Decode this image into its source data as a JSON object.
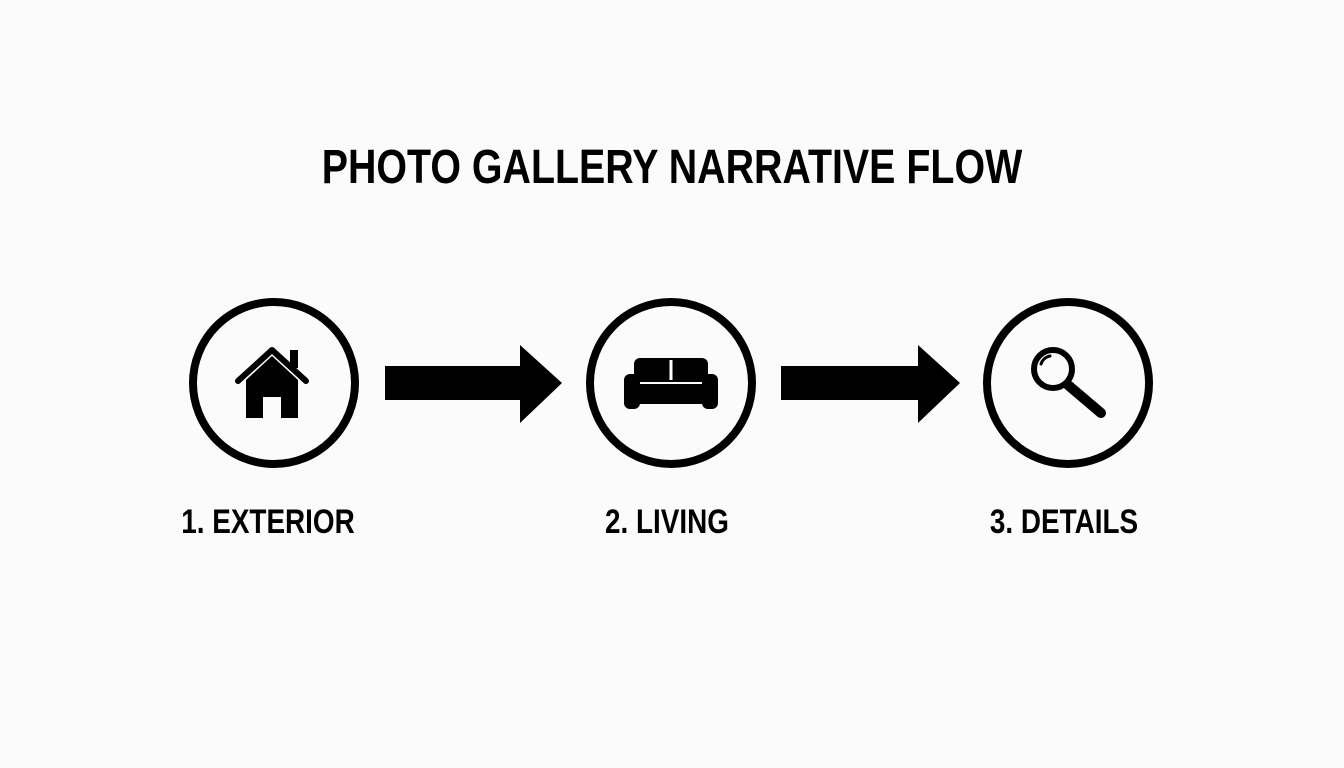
{
  "title": "PHOTO GALLERY NARRATIVE FLOW",
  "steps": [
    {
      "label": "1. EXTERIOR",
      "icon": "house-icon"
    },
    {
      "label": "2. LIVING",
      "icon": "sofa-icon"
    },
    {
      "label": "3. DETAILS",
      "icon": "magnifier-icon"
    }
  ],
  "colors": {
    "background": "#fbfbfb",
    "foreground": "#000000"
  }
}
